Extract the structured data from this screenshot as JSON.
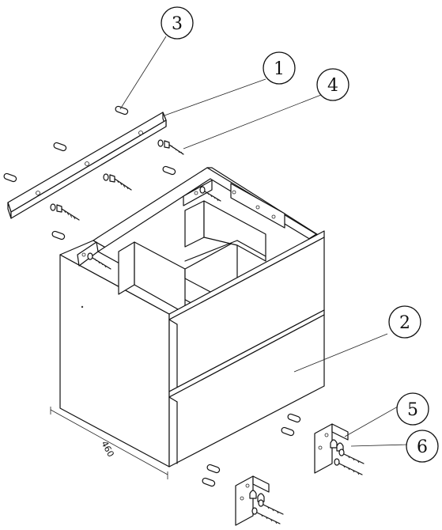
{
  "callouts": [
    {
      "id": "3",
      "label": "3"
    },
    {
      "id": "1",
      "label": "1"
    },
    {
      "id": "4",
      "label": "4"
    },
    {
      "id": "2",
      "label": "2"
    },
    {
      "id": "5",
      "label": "5"
    },
    {
      "id": "6",
      "label": "6"
    }
  ],
  "dimension": {
    "depth_label": "460"
  }
}
